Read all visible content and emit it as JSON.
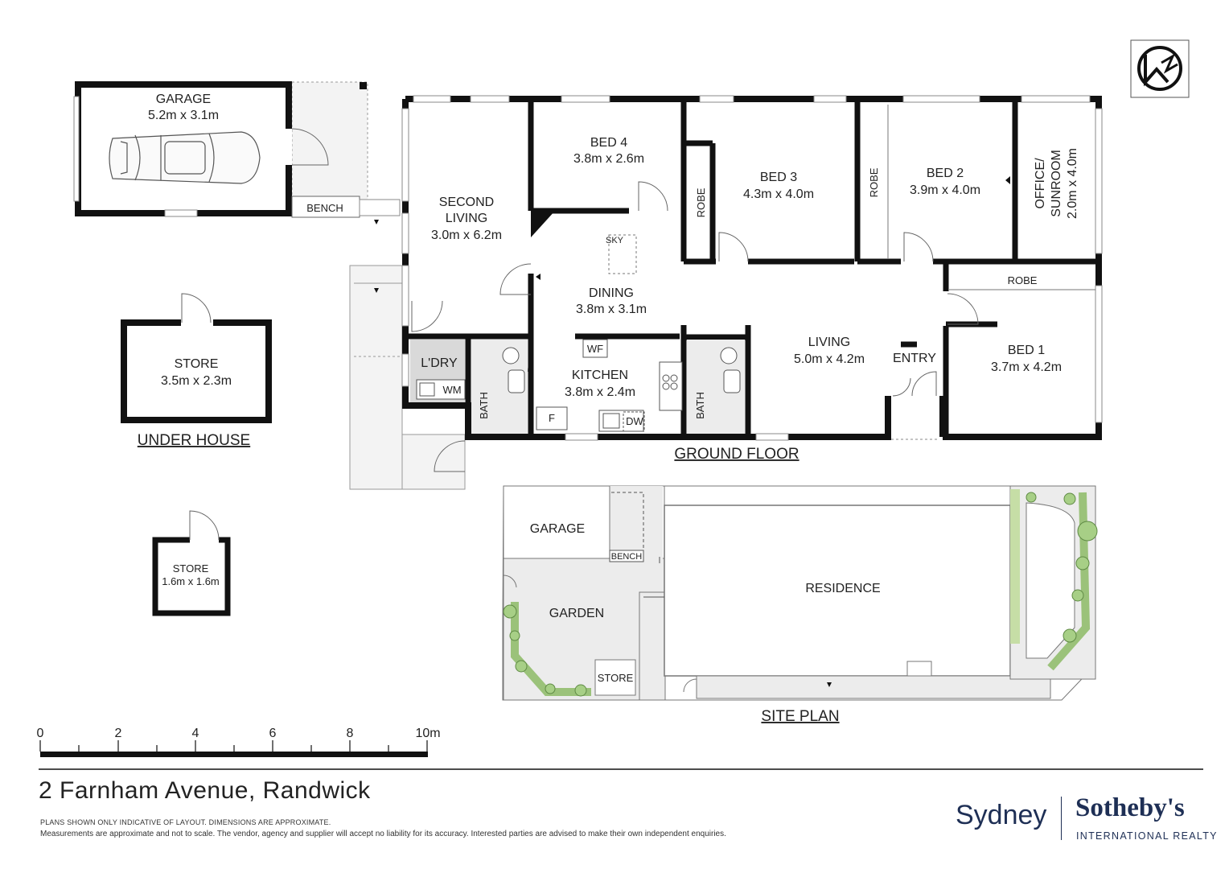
{
  "plan": {
    "ground_floor_title": "GROUND FLOOR",
    "under_house_title": "UNDER HOUSE",
    "site_plan_title": "SITE PLAN",
    "rooms": {
      "garage_name": "GARAGE",
      "garage_dims": "5.2m x 3.1m",
      "bench": "BENCH",
      "second_living_name_1": "SECOND",
      "second_living_name_2": "LIVING",
      "second_living_dims": "3.0m x 6.2m",
      "bed4_name": "BED 4",
      "bed4_dims": "3.8m x 2.6m",
      "bed3_name": "BED 3",
      "bed3_dims": "4.3m x 4.0m",
      "bed2_name": "BED 2",
      "bed2_dims": "3.9m x 4.0m",
      "office_name_1": "OFFICE/",
      "office_name_2": "SUNROOM",
      "office_dims": "2.0m x 4.0m",
      "robe": "ROBE",
      "dining_name": "DINING",
      "dining_dims": "3.8m x 3.1m",
      "sky": "SKY",
      "kitchen_name": "KITCHEN",
      "kitchen_dims": "3.8m x 2.4m",
      "wf": "WF",
      "f": "F",
      "dw": "DW",
      "laundry": "L'DRY",
      "wm": "WM",
      "bath": "BATH",
      "living_name": "LIVING",
      "living_dims": "5.0m x 4.2m",
      "entry": "ENTRY",
      "bed1_name": "BED 1",
      "bed1_dims": "3.7m x 4.2m",
      "store_name": "STORE",
      "store1_dims": "3.5m x 2.3m",
      "store2_dims": "1.6m x 1.6m"
    },
    "site": {
      "garage": "GARAGE",
      "bench": "BENCH",
      "garden": "GARDEN",
      "store": "STORE",
      "residence": "RESIDENCE"
    },
    "scale": {
      "ticks": [
        "0",
        "2",
        "4",
        "6",
        "8",
        "10m"
      ]
    }
  },
  "footer": {
    "address": "2 Farnham Avenue, Randwick",
    "disclaimer_1": "PLANS SHOWN ONLY INDICATIVE OF LAYOUT. DIMENSIONS ARE APPROXIMATE.",
    "disclaimer_2": "Measurements are approximate and not to scale. The vendor, agency and supplier will accept no liability for its accuracy. Interested parties are advised to make their own independent enquiries."
  },
  "brand": {
    "sydney": "Sydney",
    "sothebys": "Sotheby's",
    "international_realty": "INTERNATIONAL REALTY",
    "color": "#1e2f55"
  },
  "icons": {
    "north": "north-arrow-icon",
    "car": "car-icon"
  }
}
